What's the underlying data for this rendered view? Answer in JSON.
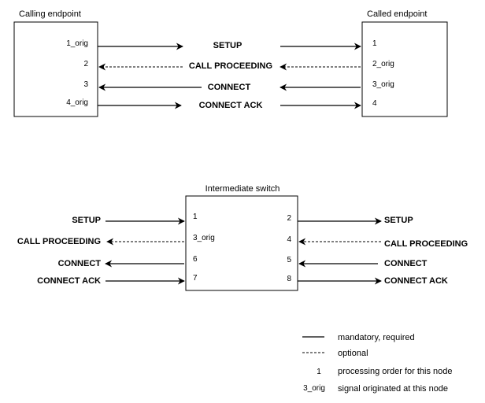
{
  "top": {
    "left_title": "Calling endpoint",
    "right_title": "Called endpoint",
    "rows": [
      {
        "signal": "SETUP",
        "left": "1_orig",
        "right": "1"
      },
      {
        "signal": "CALL PROCEEDING",
        "left": "2",
        "right": "2_orig"
      },
      {
        "signal": "CONNECT",
        "left": "3",
        "right": "3_orig"
      },
      {
        "signal": "CONNECT ACK",
        "left": "4_orig",
        "right": "4"
      }
    ]
  },
  "switch": {
    "title": "Intermediate switch",
    "rows": [
      {
        "left_signal": "SETUP",
        "in_num": "1",
        "out_num": "2",
        "right_signal": "SETUP"
      },
      {
        "left_signal": "CALL PROCEEDING",
        "in_num": "3_orig",
        "out_num": "4",
        "right_signal": "CALL PROCEEDING"
      },
      {
        "left_signal": "CONNECT",
        "in_num": "6",
        "out_num": "5",
        "right_signal": "CONNECT"
      },
      {
        "left_signal": "CONNECT ACK",
        "in_num": "7",
        "out_num": "8",
        "right_signal": "CONNECT ACK"
      }
    ]
  },
  "legend": {
    "mandatory": "mandatory, required",
    "optional": "optional",
    "order_symbol": "1",
    "order_text": "processing order for this node",
    "orig_symbol": "3_orig",
    "orig_text": "signal originated at this node"
  }
}
